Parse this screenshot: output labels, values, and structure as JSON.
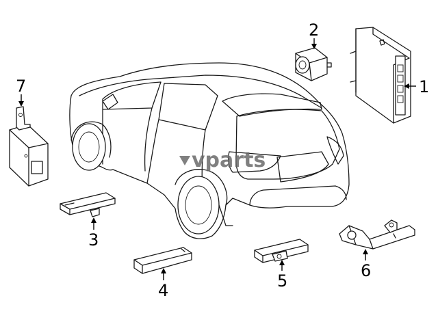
{
  "watermark": {
    "text": "vparts"
  },
  "callouts": [
    {
      "id": "1",
      "label": "1"
    },
    {
      "id": "2",
      "label": "2"
    },
    {
      "id": "3",
      "label": "3"
    },
    {
      "id": "4",
      "label": "4"
    },
    {
      "id": "5",
      "label": "5"
    },
    {
      "id": "6",
      "label": "6"
    },
    {
      "id": "7",
      "label": "7"
    }
  ]
}
